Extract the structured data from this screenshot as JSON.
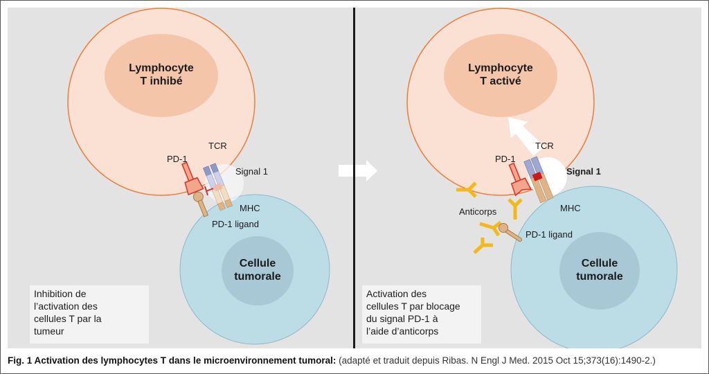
{
  "figure": {
    "caption_bold": "Fig. 1 Activation des lymphocytes T dans le microenvironnement tumoral:",
    "caption_source": "(adapté et traduit depuis Ribas. N Engl J Med. 2015 Oct 15;373(16):1490-2.)"
  },
  "left_panel": {
    "lymphocyte_title_line1": "Lymphocyte",
    "lymphocyte_title_line2": "T inhibé",
    "tumor_title_line1": "Cellule",
    "tumor_title_line2": "tumorale",
    "labels": {
      "tcr": "TCR",
      "pd1": "PD-1",
      "signal": "Signal 1",
      "mhc": "MHC",
      "pd1_ligand": "PD-1 ligand"
    },
    "note_lines": [
      "Inhibition de",
      "l’activation des",
      "cellules T par la",
      "tumeur"
    ]
  },
  "right_panel": {
    "lymphocyte_title_line1": "Lymphocyte",
    "lymphocyte_title_line2": "T activé",
    "tumor_title_line1": "Cellule",
    "tumor_title_line2": "tumorale",
    "labels": {
      "tcr": "TCR",
      "pd1": "PD-1",
      "signal": "Signal 1",
      "mhc": "MHC",
      "pd1_ligand": "PD-1 ligand",
      "antibodies": "Anticorps"
    },
    "note_lines": [
      "Activation des",
      "cellules T par blocage",
      "du signal PD-1 à",
      "l’aide d’anticorps"
    ]
  },
  "colors": {
    "background": "#e2e3e2",
    "lymphocyte_outer": "#fbe1d4",
    "lymphocyte_border": "#ee7d3b",
    "lymphocyte_nucleus": "#f5c5aa",
    "tumor_outer": "#bcdce6",
    "tumor_nucleus": "#a9c8d6",
    "pd1_red": "#e0312b",
    "antibody_yellow": "#f3b91b",
    "tcr_blue": "#9da8d3",
    "mhc_tan": "#deb486"
  }
}
